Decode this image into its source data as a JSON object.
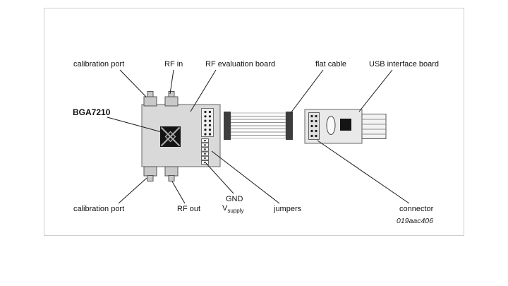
{
  "figure_id": "019aac406",
  "labels": {
    "calibration_port_top": "calibration port",
    "rf_in": "RF in",
    "rf_evaluation_board": "RF evaluation board",
    "flat_cable": "flat cable",
    "usb_interface_board": "USB interface board",
    "chip": "BGA7210",
    "calibration_port_bottom": "calibration port",
    "rf_out": "RF out",
    "gnd": "GND",
    "vsupply_base": "V",
    "vsupply_sub": "supply",
    "jumpers": "jumpers",
    "connector": "connector"
  },
  "colors": {
    "board_fill": "#d9d9d9",
    "usb_board_fill": "#e9e9e9",
    "connector_fill": "#c9c9c9",
    "chip_fill": "#141414",
    "cable_end_fill": "#3d3d3d",
    "outline": "#555555",
    "leader_line": "#1a1a1a"
  }
}
